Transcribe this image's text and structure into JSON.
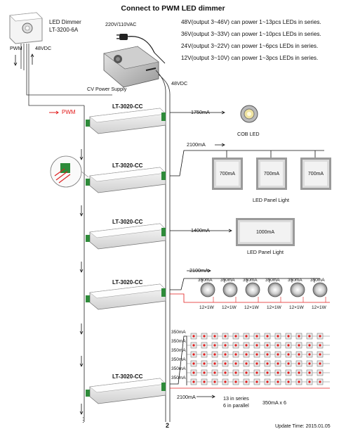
{
  "header": {
    "title": "Connect to PWM LED dimmer"
  },
  "specs": [
    "48V(output 3~46V) can power 1~13pcs LEDs in series.",
    "36V(output 3~33V) can power 1~10pcs LEDs in series.",
    "24V(output 3~22V) can power 1~6pcs LEDs in series.",
    "12V(output 3~10V) can power 1~3pcs LEDs in series."
  ],
  "dimmer": {
    "line1": "LED Dimmer",
    "line2": "LT-3200-6A",
    "pwm": "PWM",
    "vdc": "48VDC"
  },
  "power": {
    "input": "220V/110VAC",
    "label": "CV Power Supply",
    "output": "48VDC"
  },
  "pwm_signal": "PWM",
  "drivers": [
    {
      "name": "LT-3020-CC",
      "current": "1750mA",
      "load_label": "COB LED"
    },
    {
      "name": "LT-3020-CC",
      "current": "2100mA",
      "load_label": "LED Panel Light"
    },
    {
      "name": "LT-3020-CC",
      "current": "1400mA",
      "load_label": "LED Panel Light"
    },
    {
      "name": "LT-3020-CC",
      "current": "2100mA"
    },
    {
      "name": "LT-3020-CC"
    }
  ],
  "panels_small": [
    "700mA",
    "700mA",
    "700mA"
  ],
  "panel_large": "1000mA",
  "downlights": {
    "branch_currents": [
      "350mA",
      "350mA",
      "350mA",
      "350mA",
      "350mA",
      "350mA"
    ],
    "labels": [
      "12×1W",
      "12×1W",
      "12×1W",
      "12×1W",
      "12×1W",
      "12×1W"
    ]
  },
  "matrix": {
    "row_currents": [
      "350mA",
      "350mA",
      "350mA",
      "350mA",
      "350mA",
      "350mA"
    ],
    "bottom_current": "2100mA",
    "note_line1": "13 in series",
    "note_line2": "6 in parallel",
    "note_right": "350mA x 6"
  },
  "footer": {
    "page": "2",
    "update": "Update Time: 2015.01.05"
  }
}
